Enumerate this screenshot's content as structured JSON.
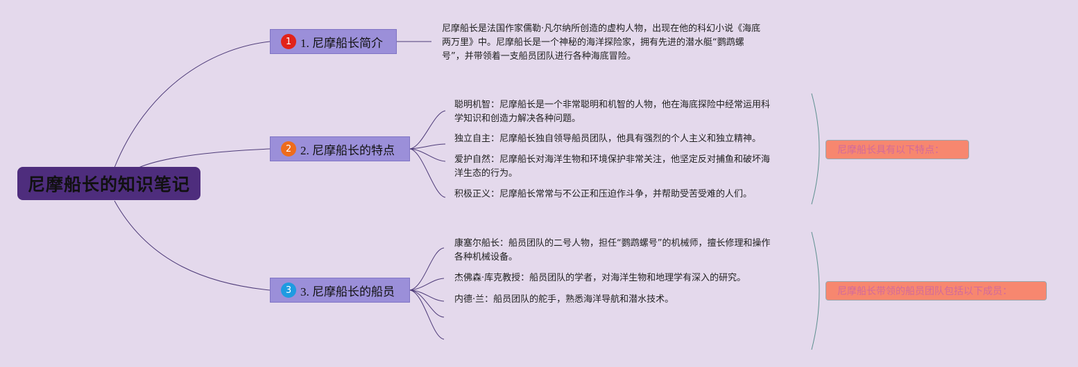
{
  "root": {
    "title": "尼摩船长的知识笔记"
  },
  "topics": [
    {
      "number": "1",
      "label": "1. 尼摩船长简介",
      "badge_color": "#e2231a"
    },
    {
      "number": "2",
      "label": "2. 尼摩船长的特点",
      "badge_color": "#ee6c1c"
    },
    {
      "number": "3",
      "label": "3. 尼摩船长的船员",
      "badge_color": "#1e9be1"
    }
  ],
  "intro": {
    "lines": [
      "尼摩船长是法国作家儒勒·凡尔纳所创造的虚构人物，出现在他的科幻小说《海底",
      "两万里》中。尼摩船长是一个神秘的海洋探险家，拥有先进的潜水艇“鹦鹉螺",
      "号”，并带领着一支船员团队进行各种海底冒险。"
    ]
  },
  "traits": [
    {
      "lines": [
        "聪明机智：尼摩船长是一个非常聪明和机智的人物，他在海底探险中经常运用科",
        "学知识和创造力解决各种问题。"
      ]
    },
    {
      "lines": [
        "独立自主：尼摩船长独自领导船员团队，他具有强烈的个人主义和独立精神。"
      ]
    },
    {
      "lines": [
        "爱护自然：尼摩船长对海洋生物和环境保护非常关注，他坚定反对捕鱼和破坏海",
        "洋生态的行为。"
      ]
    },
    {
      "lines": [
        "积极正义：尼摩船长常常与不公正和压迫作斗争，并帮助受苦受难的人们。"
      ]
    }
  ],
  "crew": [
    {
      "lines": [
        "康塞尔船长：船员团队的二号人物，担任“鹦鹉螺号”的机械师，擅长修理和操作",
        "各种机械设备。"
      ]
    },
    {
      "lines": [
        "杰佛森·库克教授：船员团队的学者，对海洋生物和地理学有深入的研究。"
      ]
    },
    {
      "lines": [
        "内德·兰：船员团队的舵手，熟悉海洋导航和潜水技术。"
      ]
    }
  ],
  "summaries": [
    {
      "label": "尼摩船长具有以下特点："
    },
    {
      "label": "尼摩船长带领的船员团队包括以下成员："
    }
  ],
  "colors": {
    "background": "#e4d9ec",
    "root_fill": "#4e2d7d",
    "topic_fill": "#9b8fd9",
    "summary_fill": "#f7876f",
    "summary_text": "#d26a9c",
    "line": "#4d3a78",
    "brace": "#5d8f8f"
  }
}
